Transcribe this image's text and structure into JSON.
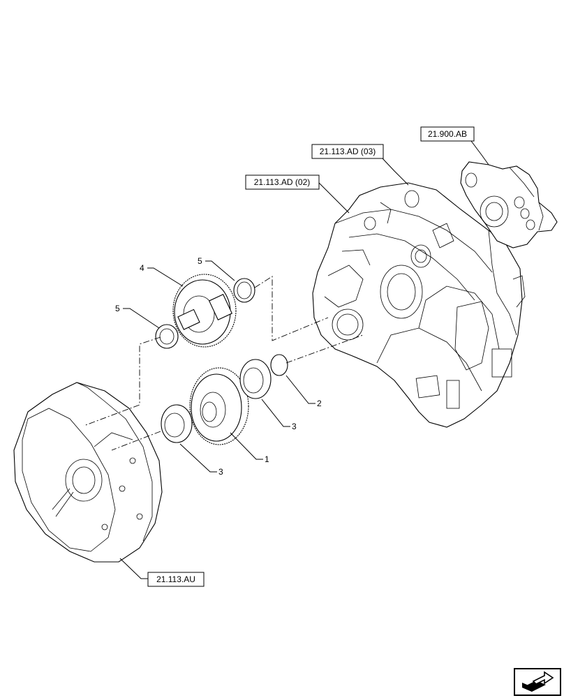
{
  "references": {
    "pump": "21.900.AB",
    "housing_upper": "21.113.AD (03)",
    "housing_lower": "21.113.AD (02)",
    "bell_housing": "21.113.AU"
  },
  "callouts": {
    "gear_driven": "1",
    "o_ring": "2",
    "bearing_right": "3",
    "bearing_left": "3",
    "shaft_gear": "4",
    "bearing_upper": "5",
    "bearing_lower": "5"
  },
  "icons": {
    "corner": "next-page-arrow-icon"
  }
}
